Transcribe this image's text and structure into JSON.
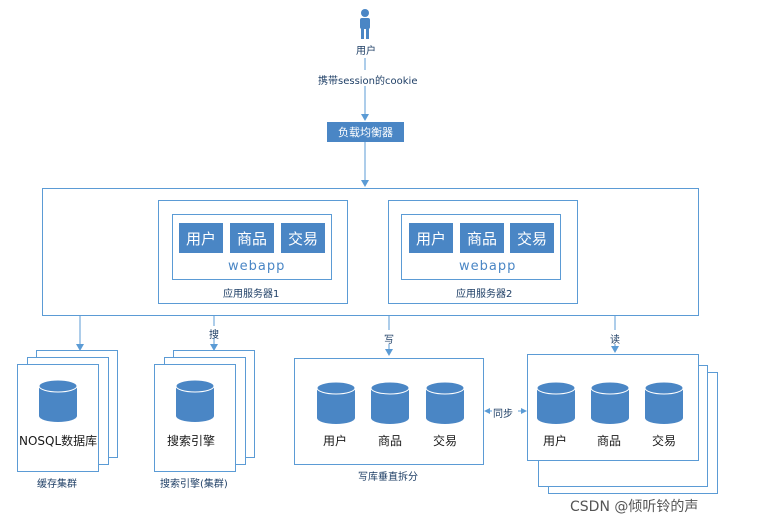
{
  "user": {
    "label": "用户"
  },
  "arrow_top_label": "携带session的cookie",
  "load_balancer": {
    "label": "负载均衡器"
  },
  "servers": [
    {
      "tiles": [
        "用户",
        "商品",
        "交易"
      ],
      "webapp": "webapp",
      "label": "应用服务器1"
    },
    {
      "tiles": [
        "用户",
        "商品",
        "交易"
      ],
      "webapp": "webapp",
      "label": "应用服务器2"
    }
  ],
  "edges": {
    "search": "搜",
    "write": "写",
    "read": "读",
    "sync": "同步"
  },
  "clusters": {
    "nosql": {
      "db_label": "NOSQL数据库",
      "caption": "缓存集群"
    },
    "search": {
      "db_label": "搜索引擎",
      "caption": "搜索引擎(集群)"
    },
    "write_db": {
      "dbs": [
        "用户",
        "商品",
        "交易"
      ],
      "caption": "写库垂直拆分"
    },
    "read_db": {
      "dbs": [
        "用户",
        "商品",
        "交易"
      ]
    }
  },
  "watermark": "CSDN @倾听铃的声"
}
